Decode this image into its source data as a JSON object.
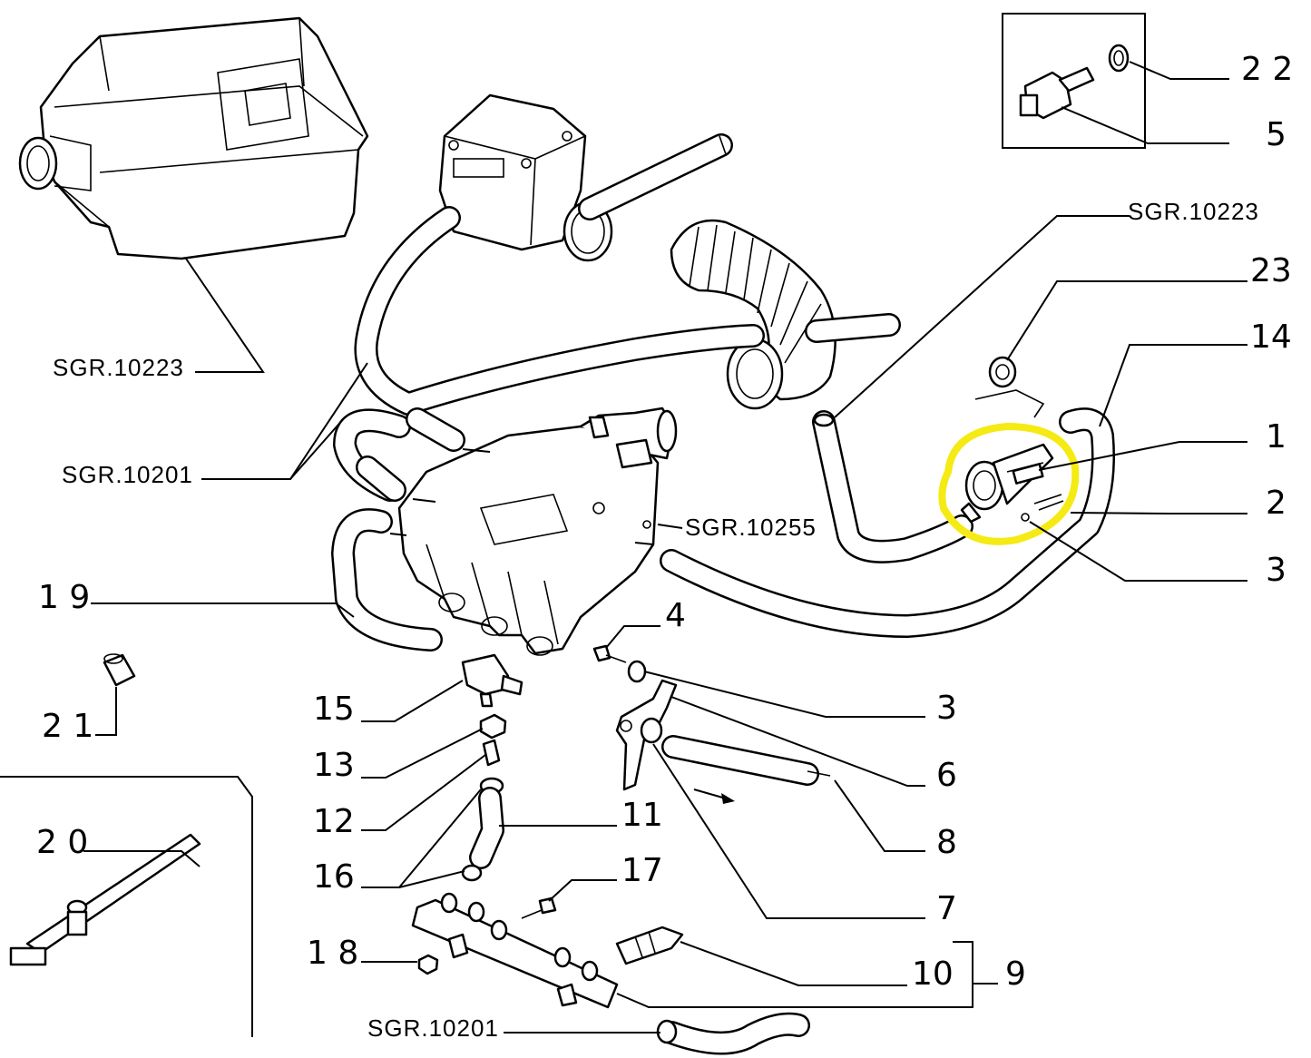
{
  "callouts": [
    {
      "id": "c22",
      "text": "2 2"
    },
    {
      "id": "c5",
      "text": "5"
    },
    {
      "id": "c23",
      "text": "23"
    },
    {
      "id": "c14",
      "text": "14"
    },
    {
      "id": "c1",
      "text": "1"
    },
    {
      "id": "c2",
      "text": "2"
    },
    {
      "id": "c3a",
      "text": "3"
    },
    {
      "id": "c19",
      "text": "1 9"
    },
    {
      "id": "c4",
      "text": "4"
    },
    {
      "id": "c3b",
      "text": "3"
    },
    {
      "id": "c15",
      "text": "15"
    },
    {
      "id": "c21",
      "text": "2 1"
    },
    {
      "id": "c13",
      "text": "13"
    },
    {
      "id": "c6",
      "text": "6"
    },
    {
      "id": "c12",
      "text": "12"
    },
    {
      "id": "c11",
      "text": "11"
    },
    {
      "id": "c8",
      "text": "8"
    },
    {
      "id": "c20",
      "text": "2 0"
    },
    {
      "id": "c16",
      "text": "16"
    },
    {
      "id": "c17",
      "text": "17"
    },
    {
      "id": "c7",
      "text": "7"
    },
    {
      "id": "c18",
      "text": "1 8"
    },
    {
      "id": "c10",
      "text": "10"
    },
    {
      "id": "c9",
      "text": "9"
    }
  ],
  "references": [
    {
      "id": "r1",
      "text": "SGR.10223"
    },
    {
      "id": "r2",
      "text": "SGR.10223"
    },
    {
      "id": "r3",
      "text": "SGR.10201"
    },
    {
      "id": "r4",
      "text": "SGR.10255"
    },
    {
      "id": "r5",
      "text": "SGR.10201"
    }
  ],
  "highlight": {
    "color": "#f5ea14",
    "target": "1"
  },
  "colors": {
    "line": "#000000",
    "background": "#ffffff"
  }
}
